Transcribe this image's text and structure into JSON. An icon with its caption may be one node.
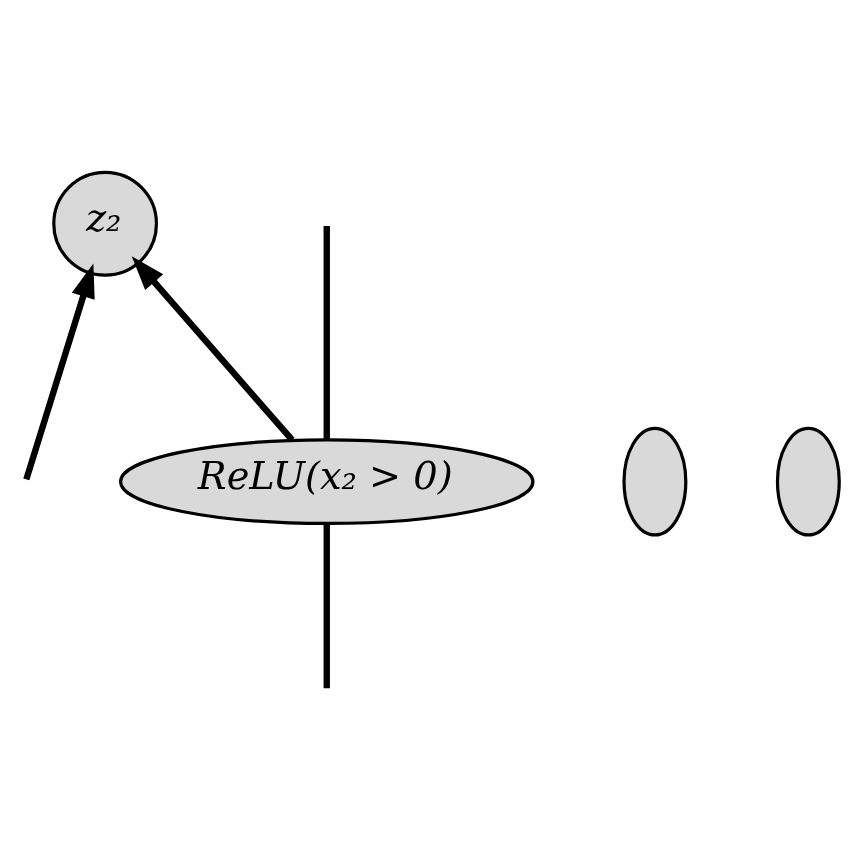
{
  "diagram": {
    "nodes": [
      {
        "text": [
          "z₂"
        ]
      },
      {
        "text": [],
        "shape": "ellipse"
      },
      {
        "text": [
          "ReLU(x₂ > 0)"
        ]
      },
      {
        "text": [],
        "shape": "ellipse"
      }
    ],
    "edges": [
      {
        "from": 2,
        "to": 0,
        "arrow": "to"
      },
      {
        "from": null,
        "to": 0,
        "arrow": "to"
      },
      {
        "from": 2,
        "to": null,
        "arrow": "none"
      },
      {
        "from": null,
        "to": 2,
        "arrow": "none"
      }
    ]
  }
}
